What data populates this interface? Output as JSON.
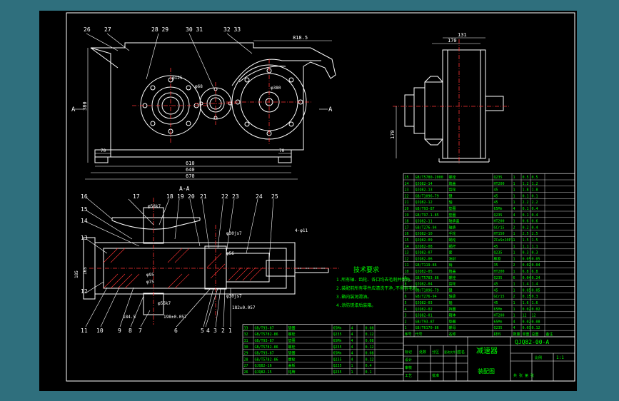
{
  "colors": {
    "background": "#2f6f7d",
    "sheet": "#000000",
    "line": "#ffffff",
    "center_line": "#ff3333",
    "text": "#00ff00",
    "dim": "#ffffff"
  },
  "top_view": {
    "balloons": [
      "26",
      "27",
      "28 29",
      "30 31",
      "32 33"
    ],
    "dims": {
      "overall_width": "670",
      "base_width": "640",
      "inner": "610",
      "left": "70",
      "right": "70",
      "top": "818.5",
      "height": "380",
      "bore1": "φ125",
      "bore2": "φ68",
      "bore3": "φ380"
    },
    "section_mark": "A",
    "section_mark_right": "A"
  },
  "side_view": {
    "dims": {
      "d1": "131",
      "d2": "170",
      "height": "170"
    }
  },
  "section_view": {
    "title": "A-A",
    "top_balloons": [
      "17",
      "18",
      "19",
      "20",
      "21",
      "22",
      "23",
      "24",
      "25"
    ],
    "left_balloons": [
      "16",
      "15",
      "14",
      "13",
      "12"
    ],
    "bottom_balloons": [
      "11",
      "10",
      "9",
      "8",
      "7",
      "6",
      "5",
      "4",
      "3",
      "2",
      "1"
    ],
    "dims": {
      "a": "φ58k7",
      "b": "φ30js7",
      "c": "φ56",
      "d": "φ95",
      "e": "φ75",
      "f": "185",
      "g": "165",
      "h": "184.5",
      "i": "198±0.057",
      "j": "182±0.057",
      "k": "4-φ11",
      "l": "φ56k7",
      "m": "φ30js7"
    }
  },
  "tech": {
    "title": "技术要求",
    "lines": [
      "1.所有轴、齿轮、各口均去毛刺并倒角。",
      "2.装配前所有零件应清洗干净,不得有毛刺。",
      "3.箱内装润滑油。",
      "4.涂防锈漆后装箱。"
    ]
  },
  "parts_right": {
    "header": [
      "序号",
      "代号",
      "名称",
      "材料",
      "数量",
      "单重",
      "总重",
      "备注"
    ],
    "rows": [
      [
        "25",
        "GB/T5780-2000",
        "螺栓",
        "Q235",
        "1",
        "0.5",
        "0.5"
      ],
      [
        "24",
        "QJQ82-14",
        "端盖",
        "HT200",
        "1",
        "1.2",
        "1.2"
      ],
      [
        "23",
        "QJQ82-13",
        "齿轮",
        "45",
        "1",
        "1.8",
        "1.8"
      ],
      [
        "22",
        "GB/T1096-79",
        "键",
        "45",
        "1",
        "0.1",
        "0.1"
      ],
      [
        "21",
        "QJQ82-12",
        "轴",
        "45",
        "1",
        "2.2",
        "2.2"
      ],
      [
        "20",
        "GB/T93-87",
        "垫圈",
        "65Mn",
        "4",
        "0.1",
        "0.4"
      ],
      [
        "19",
        "GB/T97.1-85",
        "垫圈",
        "Q235",
        "4",
        "0.1",
        "0.4"
      ],
      [
        "18",
        "QJQ82-11",
        "轴承盖",
        "HT200",
        "1",
        "0.6",
        "0.6"
      ],
      [
        "17",
        "GB/T276-94",
        "轴承",
        "GCr15",
        "2",
        "0.2",
        "0.4"
      ],
      [
        "16",
        "QJQ82-10",
        "手轮",
        "HT150",
        "1",
        "2.5",
        "2.5"
      ],
      [
        "15",
        "QJQ82-09",
        "蜗轮",
        "ZCuSn10P1",
        "1",
        "1.5",
        "1.5"
      ],
      [
        "14",
        "QJQ82-08",
        "蜗杆",
        "45",
        "1",
        "1.1",
        "1.1"
      ],
      [
        "13",
        "QJQ82-07",
        "套",
        "Q235",
        "1",
        "0.3",
        "0.3"
      ],
      [
        "12",
        "QJQ82-06",
        "油封",
        "橡胶",
        "1",
        "0.05",
        "0.05"
      ],
      [
        "11",
        "GB/T119-86",
        "销",
        "35",
        "2",
        "0.02",
        "0.04"
      ],
      [
        "10",
        "QJQ82-05",
        "箱盖",
        "HT200",
        "1",
        "6.8",
        "6.8"
      ],
      [
        "9",
        "GB/T5783-86",
        "螺栓",
        "Q235",
        "6",
        "0.04",
        "0.24"
      ],
      [
        "8",
        "QJQ82-04",
        "齿轮",
        "45",
        "1",
        "1.4",
        "1.4"
      ],
      [
        "7",
        "GB/T1096-79",
        "键",
        "45",
        "1",
        "0.05",
        "0.05"
      ],
      [
        "6",
        "GB/T276-94",
        "轴承",
        "GCr15",
        "2",
        "0.15",
        "0.3"
      ],
      [
        "5",
        "QJQ82-03",
        "轴",
        "45",
        "1",
        "1.6",
        "1.6"
      ],
      [
        "4",
        "QJQ82-02",
        "挡圈",
        "65Mn",
        "1",
        "0.02",
        "0.02"
      ],
      [
        "3",
        "QJQ82-01",
        "箱体",
        "HT200",
        "1",
        "12",
        "12"
      ],
      [
        "2",
        "GB/T93-87",
        "垫圈",
        "65Mn",
        "4",
        "0.02",
        "0.08"
      ],
      [
        "1",
        "GB/T6170-86",
        "螺母",
        "Q235",
        "4",
        "0.03",
        "0.12"
      ]
    ]
  },
  "parts_bottom": {
    "rows": [
      [
        "33",
        "GB/T93-87",
        "垫圈",
        "65Mn",
        "4",
        "",
        "0.08"
      ],
      [
        "32",
        "GB/T5782-86",
        "螺栓",
        "Q235",
        "4",
        "",
        "0.12"
      ],
      [
        "31",
        "GB/T93-87",
        "垫圈",
        "65Mn",
        "4",
        "",
        "0.08"
      ],
      [
        "30",
        "GB/T5782-86",
        "螺栓",
        "Q235",
        "4",
        "",
        "0.12"
      ],
      [
        "29",
        "GB/T93-87",
        "垫圈",
        "65Mn",
        "4",
        "",
        "0.08"
      ],
      [
        "28",
        "GB/T5782-86",
        "螺栓",
        "Q235",
        "4",
        "",
        "0.12"
      ],
      [
        "27",
        "QJQ82-16",
        "盖板",
        "Q235",
        "1",
        "",
        "0.4"
      ],
      [
        "26",
        "QJQ82-15",
        "铭牌",
        "Q235",
        "1",
        "",
        "0.1"
      ]
    ]
  },
  "title_block": {
    "drawing_no": "QJQ82-00-A",
    "name": "减速器",
    "school": "装配图",
    "labels": [
      "标记",
      "处数",
      "分区",
      "更改文件号",
      "签名",
      "年月日",
      "设计",
      "审核",
      "工艺",
      "批准"
    ],
    "scale_label": "比例",
    "scale": "1:1",
    "sheet": "共 张 第 张"
  }
}
